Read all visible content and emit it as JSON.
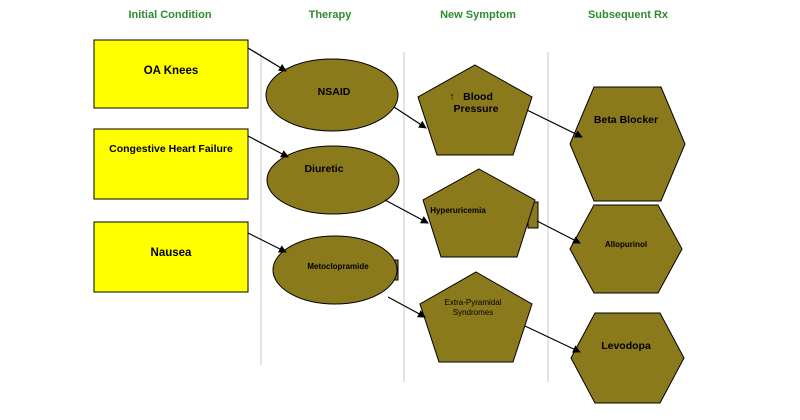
{
  "headers": {
    "initial": "Initial Condition",
    "therapy": "Therapy",
    "symptom": "New Symptom",
    "rx": "Subsequent Rx"
  },
  "conditions": [
    "OA Knees",
    "Congestive Heart Failure",
    "Nausea"
  ],
  "therapies": [
    "NSAID",
    "Diuretic",
    "Metoclopramide"
  ],
  "symptoms": {
    "s1_arrow": "↑",
    "s1_line1": "Blood",
    "s1_line2": "Pressure",
    "s2": "Hyperuricemia",
    "s3_line1": "Extra-Pyramidal",
    "s3_line2": "Syndromes"
  },
  "treatments": [
    "Beta Blocker",
    "Allopurinol",
    "Levodopa"
  ],
  "colors": {
    "header_green": "#2e8b2e",
    "condition_yellow": "#ffff00",
    "shape_olive": "#8b7a1c"
  }
}
